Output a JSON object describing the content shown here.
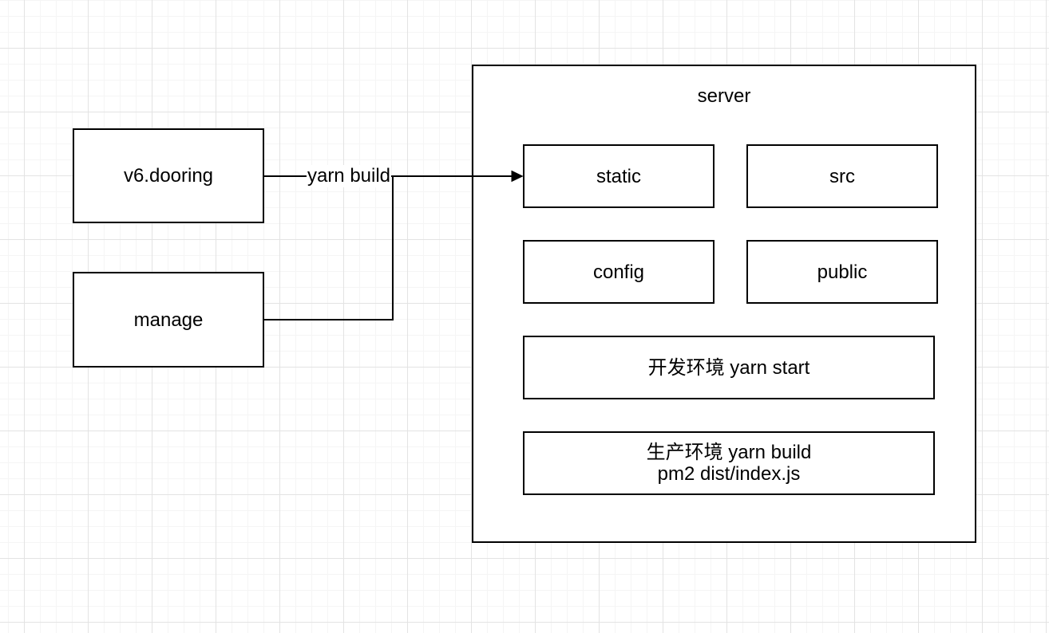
{
  "canvas": {
    "background": "#ffffff",
    "grid_minor_color": "#f5f5f5",
    "grid_major_color": "#e3e3e3",
    "stroke_color": "#000000",
    "text_color": "#000000"
  },
  "nodes": {
    "v6dooring": {
      "label": "v6.dooring"
    },
    "manage": {
      "label": "manage"
    },
    "server": {
      "label": "server"
    },
    "static": {
      "label": "static"
    },
    "src": {
      "label": "src"
    },
    "config": {
      "label": "config"
    },
    "public": {
      "label": "public"
    },
    "devEnv": {
      "label": "开发环境 yarn start"
    },
    "prodEnv": {
      "label_line1": "生产环境 yarn build",
      "label_line2": "pm2 dist/index.js"
    }
  },
  "edges": {
    "build_label": "yarn build"
  }
}
